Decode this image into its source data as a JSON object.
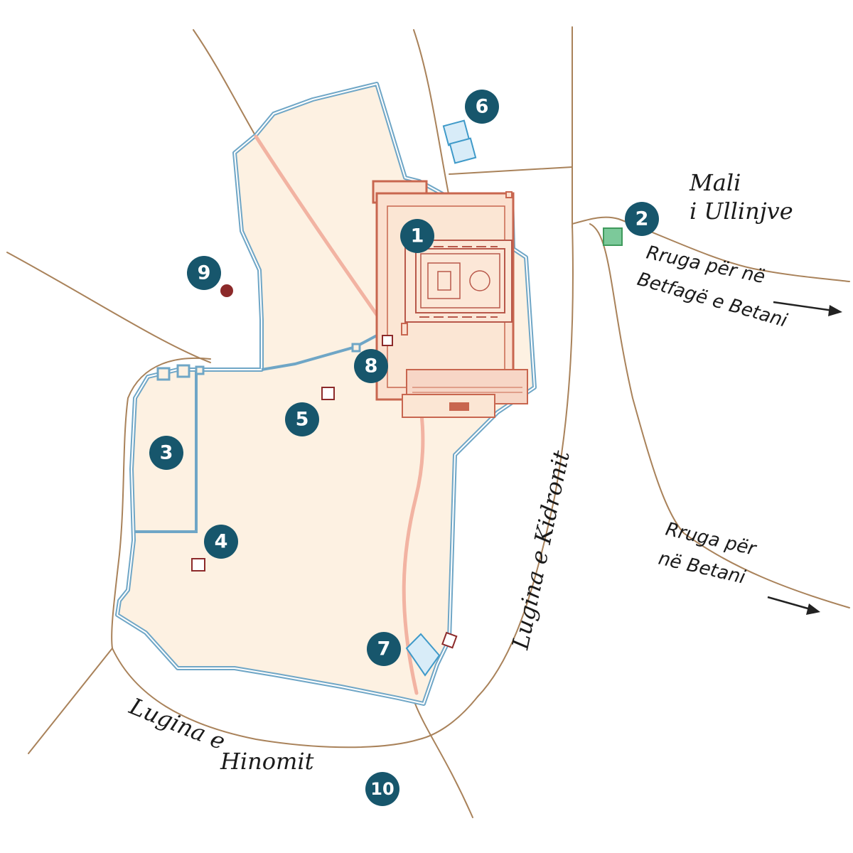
{
  "labels": {
    "mount_olives_line1": "Mali",
    "mount_olives_line2": "i Ullinjve",
    "road_bethphage_line1": "Rruga për në",
    "road_bethphage_line2": "Betfagë e Betani",
    "road_bethany_line1": "Rruga për",
    "road_bethany_line2": "në Betani",
    "kidron_valley": "Lugina e Kidronit",
    "hinnom_valley": "Lugina e Hinomit"
  },
  "markers": [
    {
      "id": "1",
      "label": "1"
    },
    {
      "id": "2",
      "label": "2"
    },
    {
      "id": "3",
      "label": "3"
    },
    {
      "id": "4",
      "label": "4"
    },
    {
      "id": "5",
      "label": "5"
    },
    {
      "id": "6",
      "label": "6"
    },
    {
      "id": "7",
      "label": "7"
    },
    {
      "id": "8",
      "label": "8"
    },
    {
      "id": "9",
      "label": "9"
    },
    {
      "id": "10",
      "label": "10"
    }
  ],
  "colors": {
    "marker": "#17566c",
    "wall": "#6fa6c6",
    "city_fill": "#fdf1e2",
    "temple": "#c8664f",
    "street": "#f2b3a2",
    "road": "#a9825a",
    "site": "#8c2a2a",
    "pool": "#3f9ac9",
    "green_site": "#6cc08b"
  }
}
